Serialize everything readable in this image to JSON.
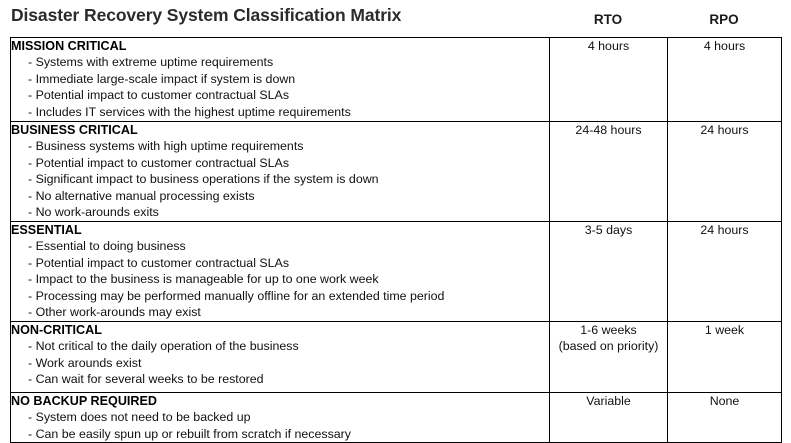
{
  "header": {
    "title": "Disaster Recovery System Classification Matrix",
    "columns": [
      {
        "id": "rto",
        "label": "RTO"
      },
      {
        "id": "rpo",
        "label": "RPO"
      }
    ]
  },
  "table": {
    "rows": [
      {
        "category": "MISSION CRITICAL",
        "criteria": [
          "- Systems with extreme uptime requirements",
          "- Immediate large-scale impact if system is down",
          "- Potential impact to customer contractual SLAs",
          "- Includes IT services with the highest uptime requirements"
        ],
        "rto": "4 hours",
        "rto_note": "",
        "rpo": "4 hours"
      },
      {
        "category": "BUSINESS CRITICAL",
        "criteria": [
          "- Business systems with high uptime requirements",
          "- Potential impact to customer contractual SLAs",
          "- Significant impact to business operations if the system is down",
          "- No alternative manual processing exists",
          "- No work-arounds exits"
        ],
        "rto": "24-48 hours",
        "rto_note": "",
        "rpo": "24 hours"
      },
      {
        "category": "ESSENTIAL",
        "criteria": [
          "- Essential to doing business",
          "- Potential impact to customer contractual SLAs",
          "- Impact to the business is manageable for up to one work week",
          "- Processing may be performed manually offline for an extended time period",
          "- Other work-arounds may exist"
        ],
        "rto": "3-5 days",
        "rto_note": "",
        "rpo": "24 hours"
      },
      {
        "category": "NON-CRITICAL",
        "criteria": [
          "- Not critical to the daily operation of the business",
          "- Work arounds exist",
          "- Can wait for several weeks to be restored"
        ],
        "rto": "1-6 weeks",
        "rto_note": "(based on priority)",
        "rpo": "1 week"
      },
      {
        "category": "NO BACKUP REQUIRED",
        "criteria": [
          "- System does not need to be backed up",
          "- Can be easily spun up or rebuilt from scratch if necessary"
        ],
        "rto": "Variable",
        "rto_note": "",
        "rpo": "None"
      }
    ]
  },
  "colors": {
    "title": "#2b2b2b",
    "text": "#111111",
    "border": "#000000",
    "background": "#ffffff"
  }
}
